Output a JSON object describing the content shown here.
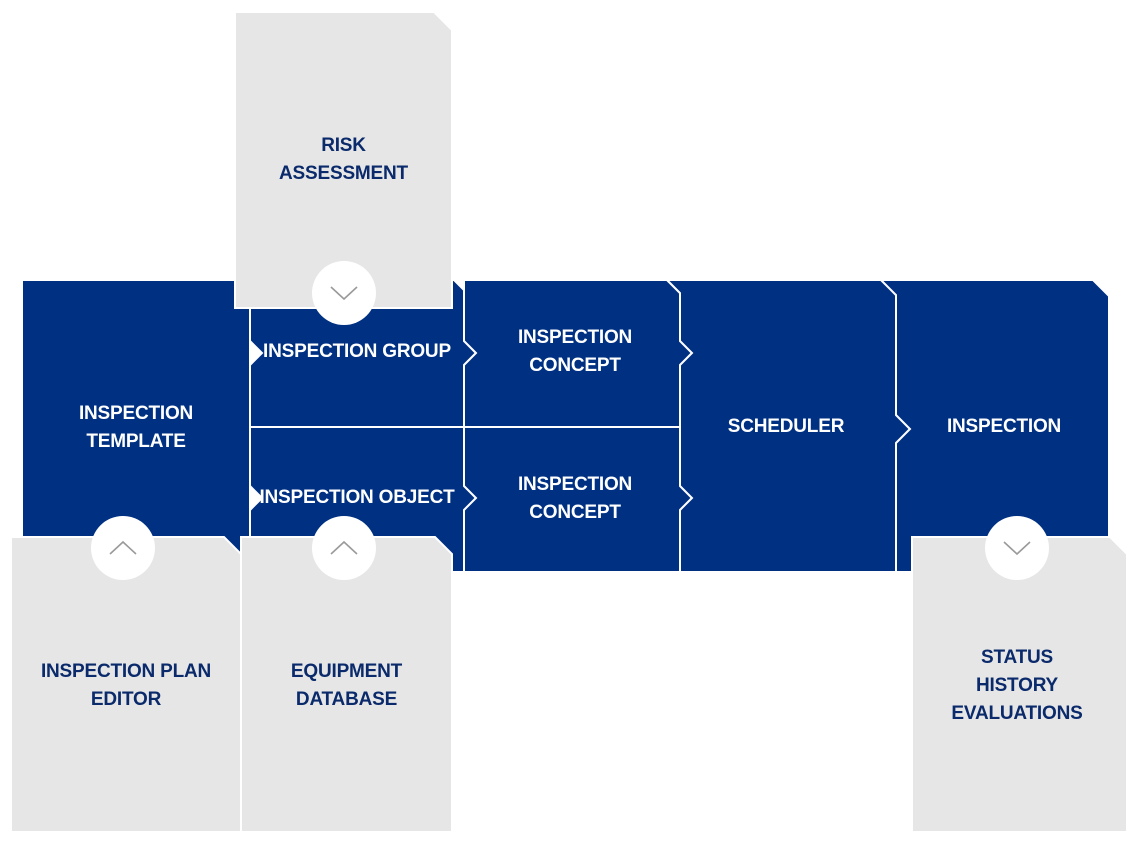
{
  "colors": {
    "primary": "#003082",
    "secondary_bg": "#e6e6e6",
    "secondary_text": "#0a2a6b",
    "chevron": "#9a9a9a"
  },
  "modules": {
    "inspection_template": "INSPECTION\nTEMPLATE",
    "inspection_group": "INSPECTION GROUP",
    "inspection_object": "INSPECTION OBJECT",
    "inspection_concept_top": "INSPECTION\nCONCEPT",
    "inspection_concept_bottom": "INSPECTION\nCONCEPT",
    "scheduler": "SCHEDULER",
    "inspection": "INSPECTION"
  },
  "tools": {
    "risk_assessment": "RISK\nASSESSMENT",
    "inspection_plan_editor": "INSPECTION PLAN\nEDITOR",
    "equipment_database": "EQUIPMENT\nDATABASE",
    "status_history_evaluations": "STATUS\nHISTORY\nEVALUATIONS"
  },
  "icons": {
    "risk_chevron": "chevron-down-icon",
    "plan_editor_chevron": "chevron-up-icon",
    "equipment_chevron": "chevron-up-icon",
    "status_chevron": "chevron-down-icon"
  }
}
